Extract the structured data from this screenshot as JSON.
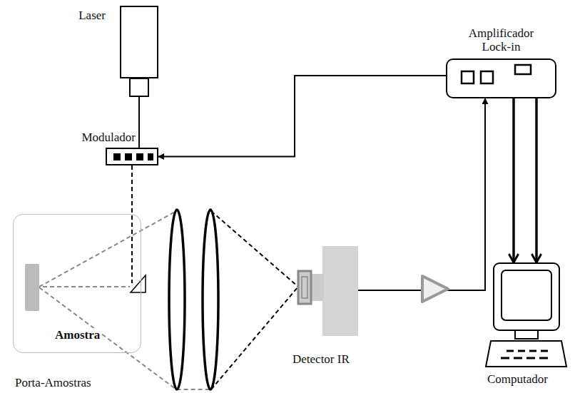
{
  "diagram": {
    "nodes": [
      {
        "text": [
          "Laser"
        ]
      },
      {
        "text": [
          "Modulador"
        ]
      },
      {
        "text": [
          "Amplificador Lock-in"
        ]
      },
      {
        "text": [
          "Porta-Amostras"
        ]
      },
      {
        "text": [
          "Amostra"
        ],
        "in": 3
      },
      {
        "text": [
          "Detector IR"
        ]
      },
      {
        "text": [
          "Computador"
        ]
      }
    ],
    "edges": [
      {
        "from": 0,
        "to": 1,
        "arrow": "none"
      },
      {
        "from": 2,
        "to": 1,
        "arrow": "to"
      },
      {
        "from": 5,
        "to": 2,
        "arrow": "to"
      },
      {
        "from": 2,
        "to": 6,
        "arrow": "to"
      },
      {
        "from": 2,
        "to": 6,
        "arrow": "to"
      },
      {
        "from": 1,
        "to": 4,
        "arrow": "none"
      },
      {
        "from": 4,
        "to": 5,
        "arrow": "none"
      }
    ]
  }
}
